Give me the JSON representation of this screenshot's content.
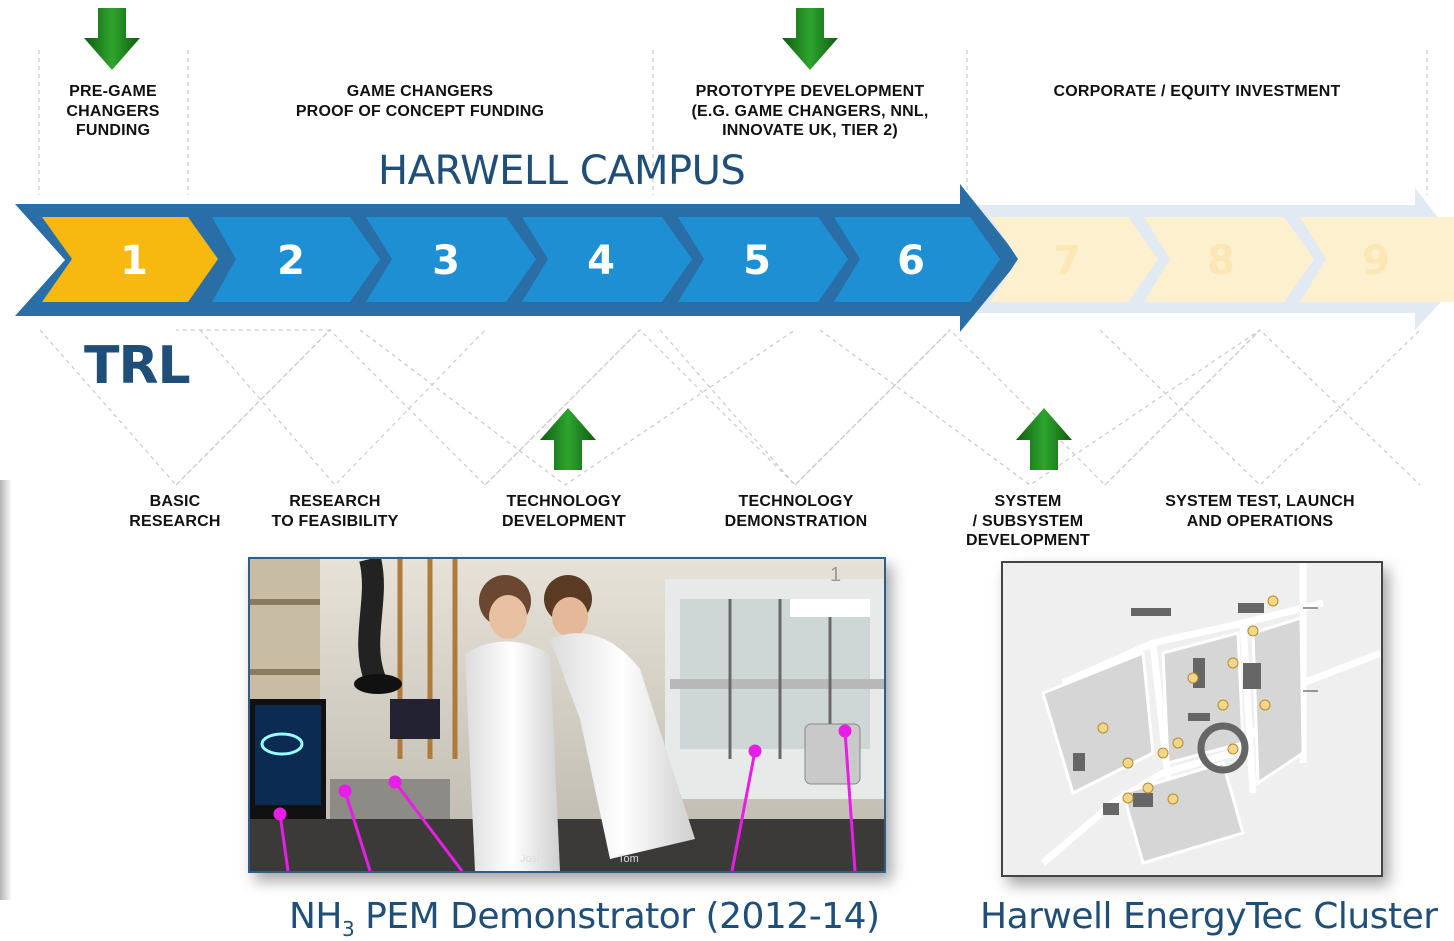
{
  "top_stages": [
    {
      "lines": [
        "PRE-GAME",
        "CHANGERS",
        "FUNDING"
      ]
    },
    {
      "lines": [
        "GAME CHANGERS",
        "PROOF OF CONCEPT FUNDING"
      ]
    },
    {
      "lines": [
        "PROTOTYPE DEVELOPMENT",
        "(E.G. GAME CHANGERS, NNL,",
        "INNOVATE UK, TIER 2)"
      ]
    },
    {
      "lines": [
        "CORPORATE / EQUITY INVESTMENT"
      ]
    }
  ],
  "campus_title": "HARWELL CAMPUS",
  "trl_label": "TRL",
  "trl_levels": [
    "1",
    "2",
    "3",
    "4",
    "5",
    "6",
    "7",
    "8",
    "9"
  ],
  "bottom_stages": [
    {
      "lines": [
        "BASIC",
        "RESEARCH"
      ]
    },
    {
      "lines": [
        "RESEARCH",
        "TO FEASIBILITY"
      ]
    },
    {
      "lines": [
        "TECHNOLOGY",
        "DEVELOPMENT"
      ]
    },
    {
      "lines": [
        "TECHNOLOGY",
        "DEMONSTRATION"
      ]
    },
    {
      "lines": [
        "SYSTEM",
        "/ SUBSYSTEM",
        "DEVELOPMENT"
      ]
    },
    {
      "lines": [
        "SYSTEM TEST, LAUNCH",
        "AND OPERATIONS"
      ]
    }
  ],
  "photo": {
    "person_labels": [
      "Josh",
      "Tom"
    ],
    "corner_number": "1"
  },
  "captions": {
    "demonstrator_prefix": "NH",
    "demonstrator_sub": "3",
    "demonstrator_suffix": " PEM Demonstrator (2012-14)",
    "cluster": "Harwell EnergyTec Cluster"
  },
  "colors": {
    "navy": "#1f4e79",
    "blue": "#1f8fd4",
    "gold": "#f7b80f",
    "pale_gold": "#fdf0cf",
    "green_arrow": "#1a7a1a",
    "magenta": "#e61ee6"
  }
}
